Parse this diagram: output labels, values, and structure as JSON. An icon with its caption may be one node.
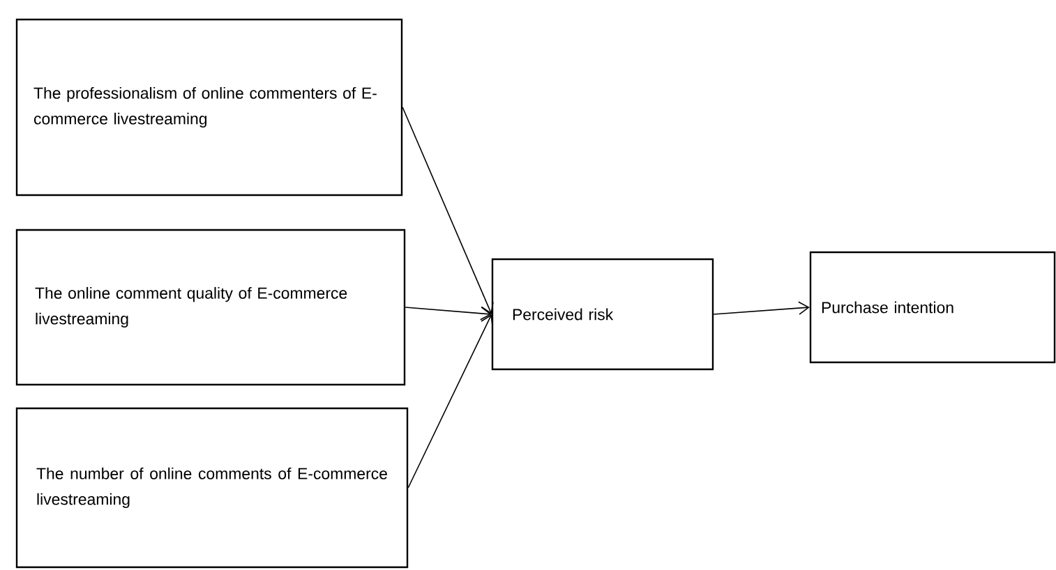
{
  "diagram": {
    "nodes": [
      {
        "text": [
          "The professionalism of online commenters of E-commerce livestreaming"
        ]
      },
      {
        "text": [
          "The online comment quality of E-commerce livestreaming"
        ]
      },
      {
        "text": [
          "The number of online comments of E-commerce livestreaming"
        ]
      },
      {
        "text": [
          "Perceived risk"
        ]
      },
      {
        "text": [
          "Purchase intention"
        ]
      }
    ],
    "edges": [
      {
        "from": 0,
        "to": 3,
        "arrow": "to"
      },
      {
        "from": 1,
        "to": 3,
        "arrow": "to"
      },
      {
        "from": 2,
        "to": 3,
        "arrow": "to"
      },
      {
        "from": 3,
        "to": 4,
        "arrow": "to"
      }
    ]
  }
}
